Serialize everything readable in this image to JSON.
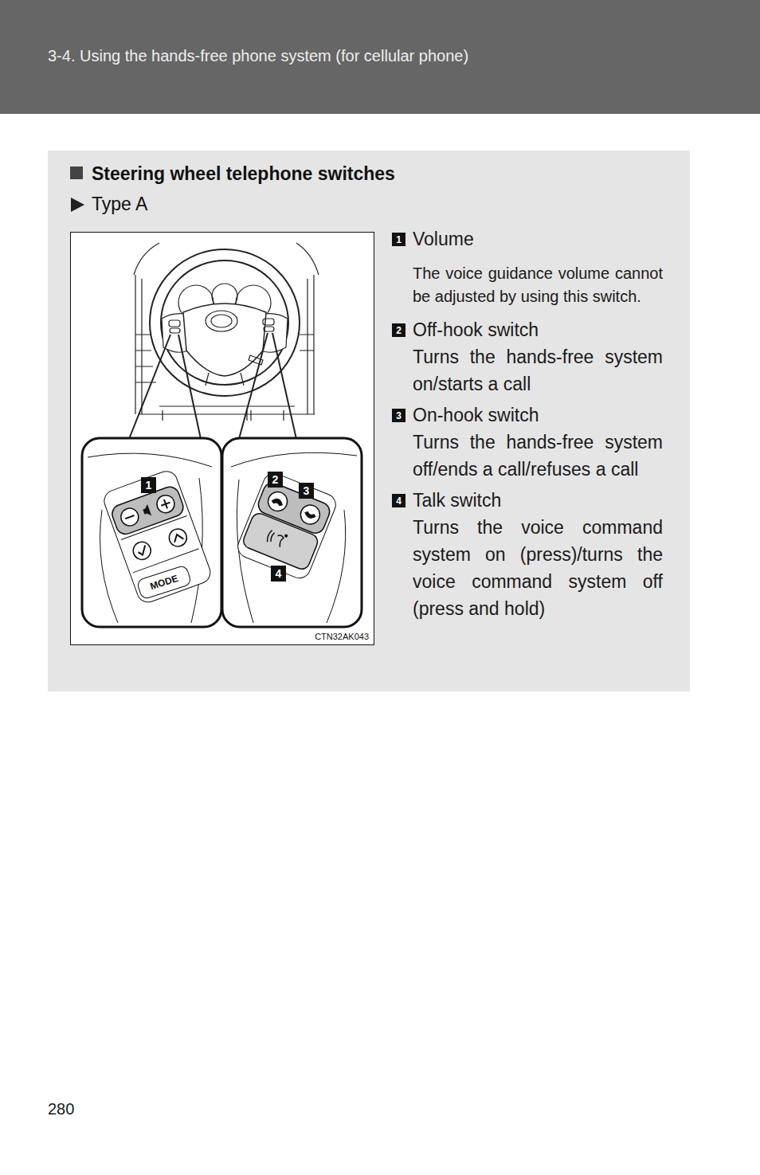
{
  "diagram": {
    "nodes": [
      {
        "text": [
          "3-4. Using the hands-free phone system (for cellular phone)"
        ]
      },
      {
        "text": [
          "Steering wheel telephone switches",
          "Type A"
        ]
      },
      {
        "text": [
          "CTN32AK043"
        ],
        "in": 1
      },
      {
        "text": [
          "1"
        ],
        "in": 2
      },
      {
        "text": [
          "2"
        ],
        "in": 2
      },
      {
        "text": [
          "3"
        ],
        "in": 2
      },
      {
        "text": [
          "4"
        ],
        "in": 2
      },
      {
        "text": [
          "MODE"
        ],
        "in": 2
      },
      {
        "text": [
          "1"
        ],
        "in": 1
      },
      {
        "text": [
          "2"
        ],
        "in": 1
      },
      {
        "text": [
          "3"
        ],
        "in": 1
      },
      {
        "text": [
          "4"
        ],
        "in": 1
      }
    ],
    "labels": [
      "Volume",
      "The voice guidance volume cannot be adjusted by using this switch.",
      "Off-hook switch",
      "Turns the hands-free system on/starts a call",
      "On-hook switch",
      "Turns the hands-free system off/ends a call/refuses a call",
      "Talk switch",
      "Turns the voice command system on (press)/turns the voice command system off (press and hold)",
      "280"
    ]
  }
}
